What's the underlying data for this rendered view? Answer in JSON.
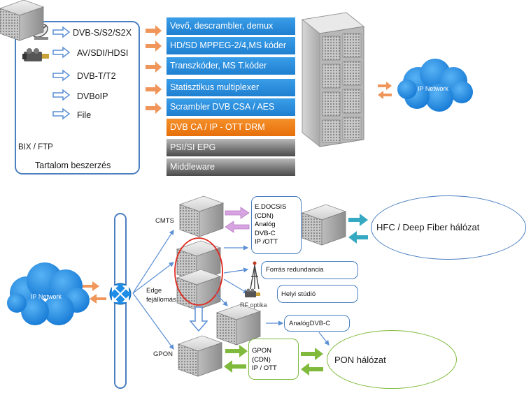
{
  "acquisition": {
    "sources": [
      "DVB-S/S2/S2X",
      "AV/SDI/HDSI",
      "DVB-T/T2",
      "DVBoIP",
      "File"
    ],
    "bix_ftp": "BIX / FTP",
    "title": "Tartalom beszerzés"
  },
  "headend_stack": [
    "Vevő, descrambler, demux",
    "HD/SD MPPEG-2/4,MS kóder",
    "Transzkóder, MS T.kóder",
    "Statisztikus multiplexer",
    "Scrambler DVB CSA  / AES",
    "DVB CA / IP - OTT DRM",
    "PSI/SI EPG",
    "Middleware"
  ],
  "ip_network_top": "IP Network",
  "ip_network_left": "IP Network",
  "labels": {
    "cmts": "CMTS",
    "edge": "Edge\nfejállomás",
    "gpon": "GPON",
    "rf_optika": "RF optika"
  },
  "cmts_box": [
    "E.DOCSIS",
    "(CDN)",
    "Analóg",
    "DVB-C",
    "IP /OTT"
  ],
  "hfc": "HFC / Deep Fiber hálózat",
  "forras": "Forrás redundancia",
  "helyi": "Helyi stúdió",
  "analog_dvbc": "AnalógDVB-C",
  "gpon_box": [
    "GPON",
    "(CDN)",
    "IP / OTT"
  ],
  "pon": "PON hálózat",
  "colors": {
    "blue_bar": "#2a8fe0",
    "orange_bar": "#ee7c16",
    "orange_arrow": "#f0965a",
    "blue_arrow": "#5b8fd6",
    "pink_arrow": "#d7a3e0",
    "teal_arrow": "#36a9c2",
    "green_arrow": "#7fba3c",
    "red_ellipse": "#e0281e",
    "cloud": "#1f8de6"
  }
}
